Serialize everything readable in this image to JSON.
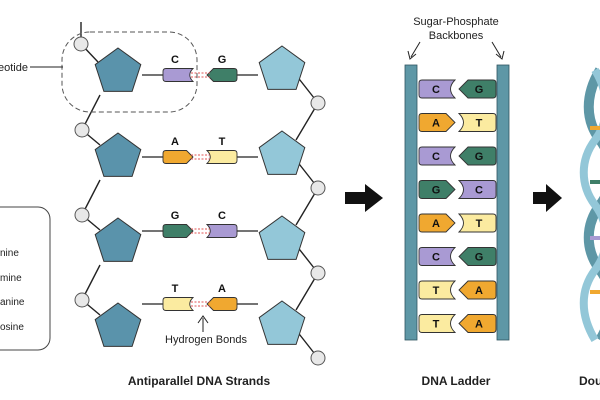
{
  "colors": {
    "adenine": "#f0a830",
    "thymine": "#fbeba0",
    "cytosine": "#a99ad3",
    "guanine": "#3f7f68",
    "sugar_left": "#5a93ab",
    "sugar_right": "#93c7d8",
    "backbone": "#5e97a6",
    "hbond": "#e05555",
    "phosphate": "#e8e8e8",
    "arrow": "#111111"
  },
  "labels": {
    "nucleotide": "eotide",
    "hydrogen_bonds": "Hydrogen Bonds",
    "sugar_phosphate": [
      "Sugar-Phosphate",
      "Backbones"
    ],
    "antiparallel": "Antiparallel DNA Strands",
    "ladder": "DNA Ladder",
    "double_helix": "Dou"
  },
  "legend": [
    "nine",
    "mine",
    "anine",
    "osine"
  ],
  "strands_pairs": [
    {
      "left": "C",
      "right": "G"
    },
    {
      "left": "A",
      "right": "T"
    },
    {
      "left": "G",
      "right": "C"
    },
    {
      "left": "T",
      "right": "A"
    }
  ],
  "ladder_pairs": [
    {
      "left": "C",
      "right": "G"
    },
    {
      "left": "A",
      "right": "T"
    },
    {
      "left": "C",
      "right": "G"
    },
    {
      "left": "G",
      "right": "C"
    },
    {
      "left": "A",
      "right": "T"
    },
    {
      "left": "C",
      "right": "G"
    },
    {
      "left": "T",
      "right": "A"
    },
    {
      "left": "T",
      "right": "A"
    }
  ],
  "icons": {
    "arrow_1": "right-arrow-icon",
    "arrow_2": "right-arrow-icon"
  }
}
